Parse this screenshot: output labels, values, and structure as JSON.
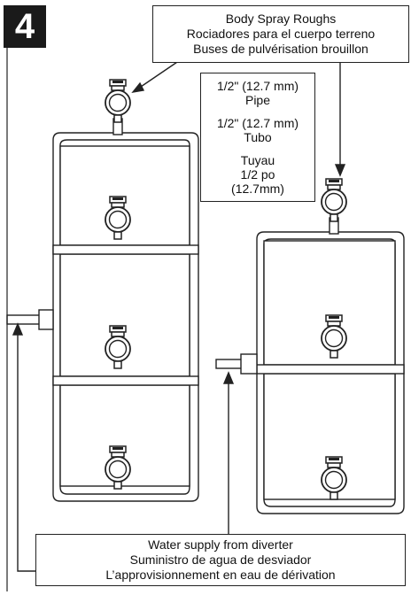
{
  "step": {
    "number": "4"
  },
  "roughs_callout": {
    "lines": [
      "Body Spray Roughs",
      "Rociadores para el cuerpo terreno",
      "Buses de pulvérisation brouillon"
    ]
  },
  "pipe_callout": {
    "en": [
      "1/2\" (12.7 mm)",
      "Pipe"
    ],
    "es": [
      "1/2\" (12.7 mm)",
      "Tubo"
    ],
    "fr": [
      "Tuyau",
      "1/2 po",
      "(12.7mm)"
    ]
  },
  "supply_callout": {
    "lines": [
      "Water supply from diverter",
      "Suministro de agua de desviador",
      "L’approvisionnement en eau de dérivation"
    ]
  },
  "colors": {
    "line": "#222222",
    "badge": "#1a1a1a"
  }
}
